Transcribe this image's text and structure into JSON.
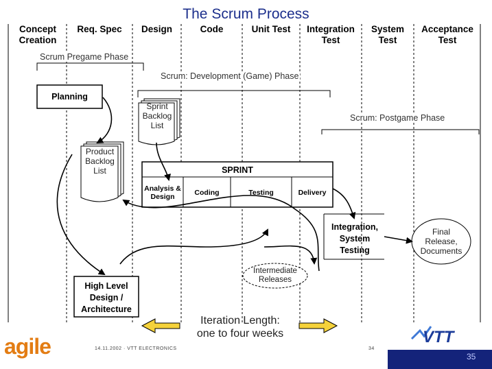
{
  "title": "The Scrum Process",
  "columns": [
    {
      "label": "Concept\nCreation"
    },
    {
      "label": "Req. Spec"
    },
    {
      "label": "Design"
    },
    {
      "label": "Code"
    },
    {
      "label": "Unit Test"
    },
    {
      "label": "Integration\nTest"
    },
    {
      "label": "System\nTest"
    },
    {
      "label": "Acceptance\nTest"
    }
  ],
  "phases": {
    "pregame": "Scrum Pregame Phase",
    "development": "Scrum: Development (Game) Phase",
    "postgame": "Scrum: Postgame Phase"
  },
  "boxes": {
    "planning": "Planning",
    "sprint_backlog": "Sprint\nBacklog\nList",
    "product_backlog": "Product\nBacklog\nList",
    "integration": "Integration,\nSystem\nTesting",
    "final_release": "Final\nRelease,\nDocuments",
    "intermediate": "Intermediate\nReleases",
    "high_level": "High Level\nDesign /\nArchitecture"
  },
  "sprint": {
    "title": "SPRINT",
    "cells": [
      "Analysis &\nDesign",
      "Coding",
      "Testing",
      "Delivery"
    ]
  },
  "iteration": "Iteration Length:\none to four weeks",
  "footer": {
    "date": "14.11.2002 · VTT ELECTRONICS",
    "slide_small": "34",
    "page": "35",
    "logo_left": "agile",
    "logo_right": "VTT"
  }
}
